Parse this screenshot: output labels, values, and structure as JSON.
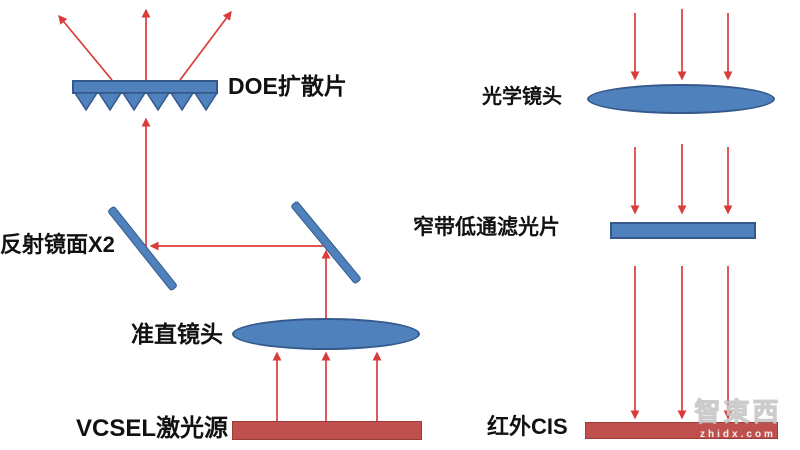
{
  "diagram": {
    "labels": {
      "doe": "DOE扩散片",
      "mirrors": "反射镜面X2",
      "collimator": "准直镜头",
      "vcsel": "VCSEL激光源",
      "optical_lens": "光学镜头",
      "filter": "窄带低通滤光片",
      "cis": "红外CIS"
    },
    "colors": {
      "blue": "#4F81BD",
      "blue_border": "#35598B",
      "red_bar": "#C0504D",
      "red_bar_border": "#9A3D3A",
      "arrow": "#DB3B3B"
    },
    "watermark": {
      "cn": "智東西",
      "en": "zhidx.com"
    }
  }
}
